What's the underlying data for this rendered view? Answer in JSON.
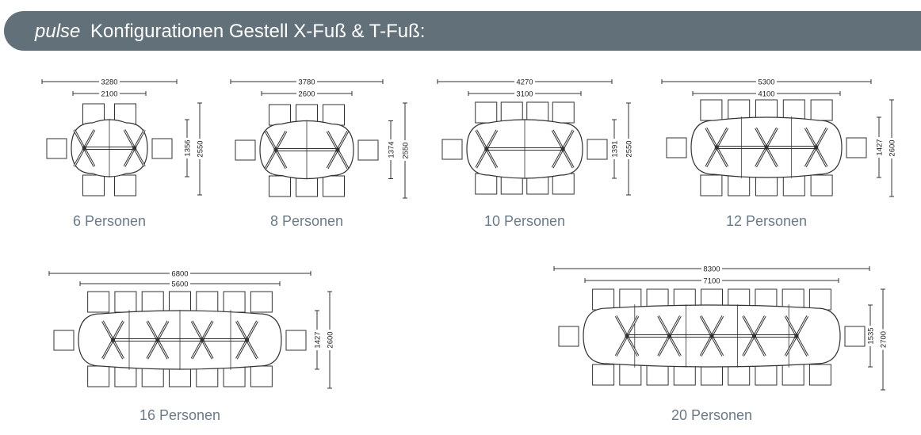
{
  "header": {
    "brand": "pulse",
    "title": "Konfigurationen Gestell X-Fuß & T-Fuß:"
  },
  "colors": {
    "header_bg": "#627179",
    "caption": "#6a7a88",
    "line": "#333333"
  },
  "configs": [
    {
      "caption": "6 Personen",
      "outer_width": "3280",
      "table_width": "2100",
      "table_depth": "1356",
      "outer_depth": "2550",
      "chairs_per_side": 2,
      "end_chairs": true,
      "legs": 2
    },
    {
      "caption": "8 Personen",
      "outer_width": "3780",
      "table_width": "2600",
      "table_depth": "1374",
      "outer_depth": "2550",
      "chairs_per_side": 3,
      "end_chairs": true,
      "legs": 2
    },
    {
      "caption": "10 Personen",
      "outer_width": "4270",
      "table_width": "3100",
      "table_depth": "1391",
      "outer_depth": "2550",
      "chairs_per_side": 4,
      "end_chairs": true,
      "legs": 2
    },
    {
      "caption": "12 Personen",
      "outer_width": "5300",
      "table_width": "4100",
      "table_depth": "1427",
      "outer_depth": "2600",
      "chairs_per_side": 5,
      "end_chairs": true,
      "legs": 3
    },
    {
      "caption": "16 Personen",
      "outer_width": "6800",
      "table_width": "5600",
      "table_depth": "1427",
      "outer_depth": "2600",
      "chairs_per_side": 7,
      "end_chairs": true,
      "legs": 4
    },
    {
      "caption": "20 Personen",
      "outer_width": "8300",
      "table_width": "7100",
      "table_depth": "1535",
      "outer_depth": "2700",
      "chairs_per_side": 9,
      "end_chairs": true,
      "legs": 5
    }
  ]
}
